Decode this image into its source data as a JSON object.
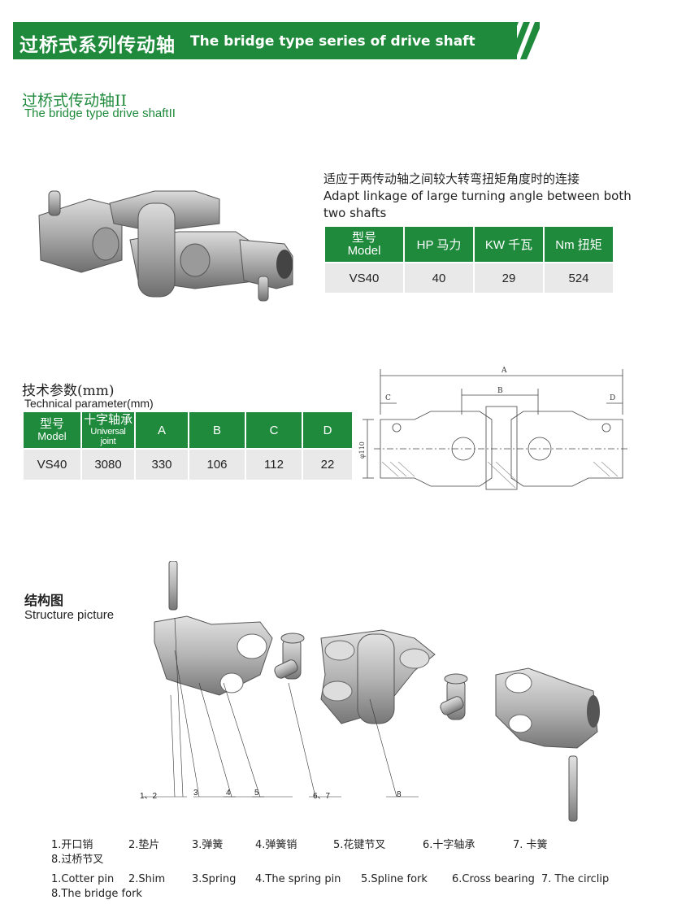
{
  "header": {
    "title_cn": "过桥式系列传动轴",
    "title_en": "The bridge type series of drive shaft",
    "accent": "#1f8a3c"
  },
  "product": {
    "title_cn": "过桥式传动轴II",
    "title_en": "The bridge type drive shaftII",
    "desc_cn": "适应于两传动轴之间较大转弯扭矩角度时的连接",
    "desc_en": "Adapt linkage of large turning angle between both two shafts",
    "table": {
      "headers": [
        "型号",
        "Model",
        "HP 马力",
        "KW 千瓦",
        "Nm 扭矩"
      ],
      "row": [
        "VS40",
        "40",
        "29",
        "524"
      ]
    }
  },
  "technical": {
    "title_cn": "技术参数(mm)",
    "title_en": "Technical parameter(mm)",
    "table": {
      "headers": [
        "型号",
        "Model",
        "十字轴承",
        "Universal joint",
        "A",
        "B",
        "C",
        "D"
      ],
      "row": [
        "VS40",
        "3080",
        "330",
        "106",
        "112",
        "22"
      ]
    }
  },
  "drawing": {
    "labels": [
      "A",
      "B",
      "C",
      "D"
    ],
    "diameter": "φ110"
  },
  "structure": {
    "title_cn": "结构图",
    "title_en": "Structure picture",
    "callouts": [
      "1、2",
      "3",
      "4",
      "5",
      "6、7",
      "8"
    ],
    "legend_cn": [
      "1.开口销",
      "2.垫片",
      "3.弹簧",
      "4.弹簧销",
      "5.花键节叉",
      "6.十字轴承",
      "7. 卡簧",
      "8.过桥节叉"
    ],
    "legend_en": [
      "1.Cotter pin",
      "2.Shim",
      "3.Spring",
      "4.The spring pin",
      "5.Spline fork",
      "6.Cross bearing",
      "7. The circlip",
      "8.The bridge fork"
    ]
  }
}
